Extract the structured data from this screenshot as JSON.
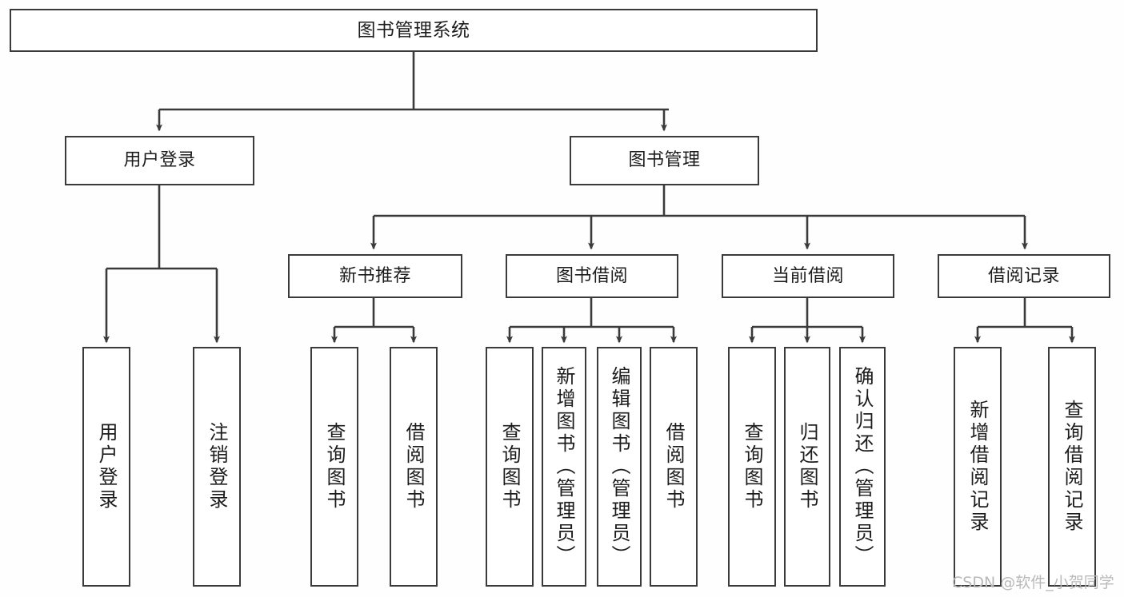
{
  "diagram": {
    "title": "图书管理系统",
    "type": "tree",
    "watermark": "CSDN @软件_小贺同学",
    "line_color": "#3a3a3a",
    "box_fill": "#ffffff",
    "text_color": "#1c1c1c",
    "root": {
      "label": "图书管理系统"
    },
    "level1": [
      {
        "label": "用户登录"
      },
      {
        "label": "图书管理"
      }
    ],
    "level2": [
      {
        "label": "新书推荐"
      },
      {
        "label": "图书借阅"
      },
      {
        "label": "当前借阅"
      },
      {
        "label": "借阅记录"
      }
    ],
    "leaves": {
      "user_login": [
        {
          "label": "用户登录"
        },
        {
          "label": "注销登录"
        }
      ],
      "new_book_recommend": [
        {
          "label": "查询图书"
        },
        {
          "label": "借阅图书"
        }
      ],
      "book_borrow": [
        {
          "label": "查询图书"
        },
        {
          "label": "新增图书（管理员）"
        },
        {
          "label": "编辑图书（管理员）"
        },
        {
          "label": "借阅图书"
        }
      ],
      "current_borrow": [
        {
          "label": "查询图书"
        },
        {
          "label": "归还图书"
        },
        {
          "label": "确认归还（管理员）"
        }
      ],
      "borrow_record": [
        {
          "label": "新增借阅记录"
        },
        {
          "label": "查询借阅记录"
        }
      ]
    }
  }
}
